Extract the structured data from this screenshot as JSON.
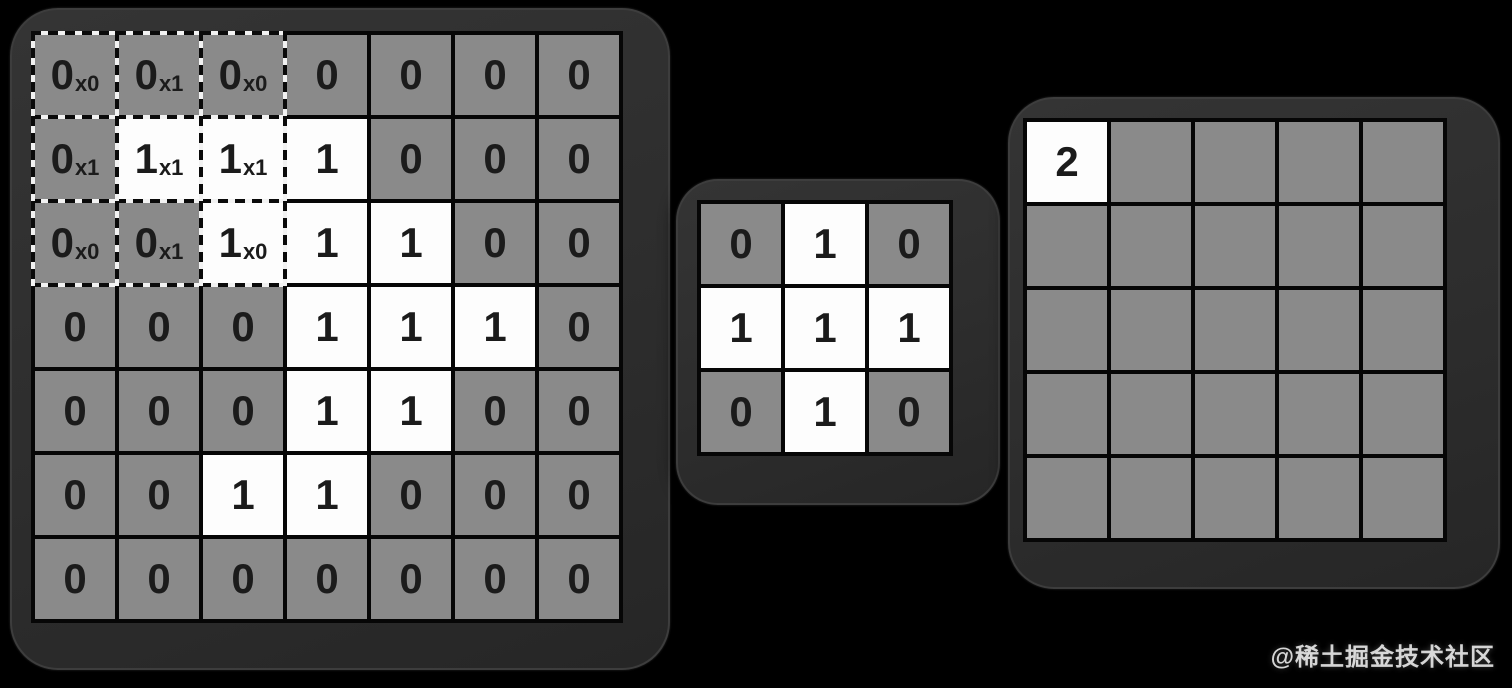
{
  "grids": [
    {
      "name": "input-feature-map",
      "rows": 7,
      "cols": 7,
      "values": [
        [
          "0",
          "0",
          "0",
          "0",
          "0",
          "0",
          "0"
        ],
        [
          "0",
          "1",
          "1",
          "1",
          "0",
          "0",
          "0"
        ],
        [
          "0",
          "0",
          "1",
          "1",
          "1",
          "0",
          "0"
        ],
        [
          "0",
          "0",
          "0",
          "1",
          "1",
          "1",
          "0"
        ],
        [
          "0",
          "0",
          "0",
          "1",
          "1",
          "0",
          "0"
        ],
        [
          "0",
          "0",
          "1",
          "1",
          "0",
          "0",
          "0"
        ],
        [
          "0",
          "0",
          "0",
          "0",
          "0",
          "0",
          "0"
        ]
      ],
      "subs": [
        [
          "x0",
          "x1",
          "x0"
        ],
        [
          "x1",
          "x1",
          "x1"
        ],
        [
          "x0",
          "x1",
          "x0"
        ]
      ]
    },
    {
      "name": "convolution-kernel",
      "rows": 3,
      "cols": 3,
      "values": [
        [
          "0",
          "1",
          "0"
        ],
        [
          "1",
          "1",
          "1"
        ],
        [
          "0",
          "1",
          "0"
        ]
      ]
    },
    {
      "name": "output-feature-map",
      "rows": 5,
      "cols": 5,
      "values": [
        [
          "2",
          "",
          "",
          "",
          ""
        ],
        [
          "",
          "",
          "",
          "",
          ""
        ],
        [
          "",
          "",
          "",
          "",
          ""
        ],
        [
          "",
          "",
          "",
          "",
          ""
        ],
        [
          "",
          "",
          "",
          "",
          ""
        ]
      ]
    }
  ],
  "watermark": {
    "text": "@稀土掘金技术社区"
  },
  "colors": {
    "background": "#000000",
    "card": "#2e2e2e",
    "cell_gray": "#8a8a8a",
    "cell_white": "#fdfdfd",
    "grid_line": "#060606",
    "digit": "#1b1b1b",
    "watermark": "#ffffff"
  }
}
